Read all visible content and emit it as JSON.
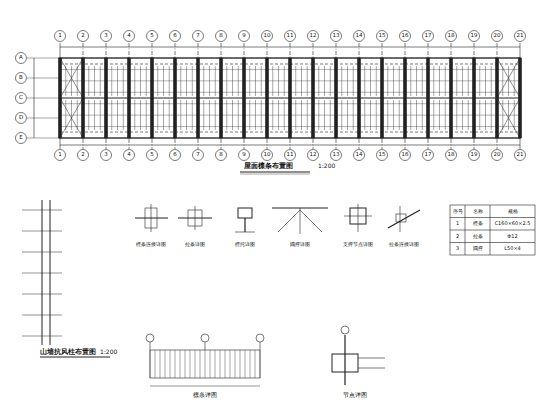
{
  "diagram": {
    "labels": [
      "屋面檩条布置图",
      "1:200",
      "山墙抗风柱布置图",
      "1:200",
      "檩条连接详图",
      "拉条详图",
      "檩托详图",
      "隅撑详图",
      "支撑节点详图",
      "拉条连接详图",
      "序号",
      "名称",
      "规格",
      "1",
      "檩条",
      "C160×60×2.5",
      "2",
      "拉条",
      "Φ12",
      "3",
      "隅撑",
      "L50×4",
      "檩条详图",
      "节点详图",
      "1",
      "2",
      "3",
      "4",
      "5",
      "6",
      "7",
      "8",
      "9",
      "10",
      "11",
      "12",
      "13",
      "14",
      "15",
      "16",
      "17",
      "18",
      "19",
      "20",
      "21",
      "1",
      "2",
      "3",
      "4",
      "5",
      "6",
      "7",
      "8",
      "9",
      "10",
      "11",
      "12",
      "13",
      "14",
      "15",
      "16",
      "17",
      "18",
      "19",
      "20",
      "21",
      "A",
      "B",
      "C",
      "D",
      "E"
    ]
  }
}
